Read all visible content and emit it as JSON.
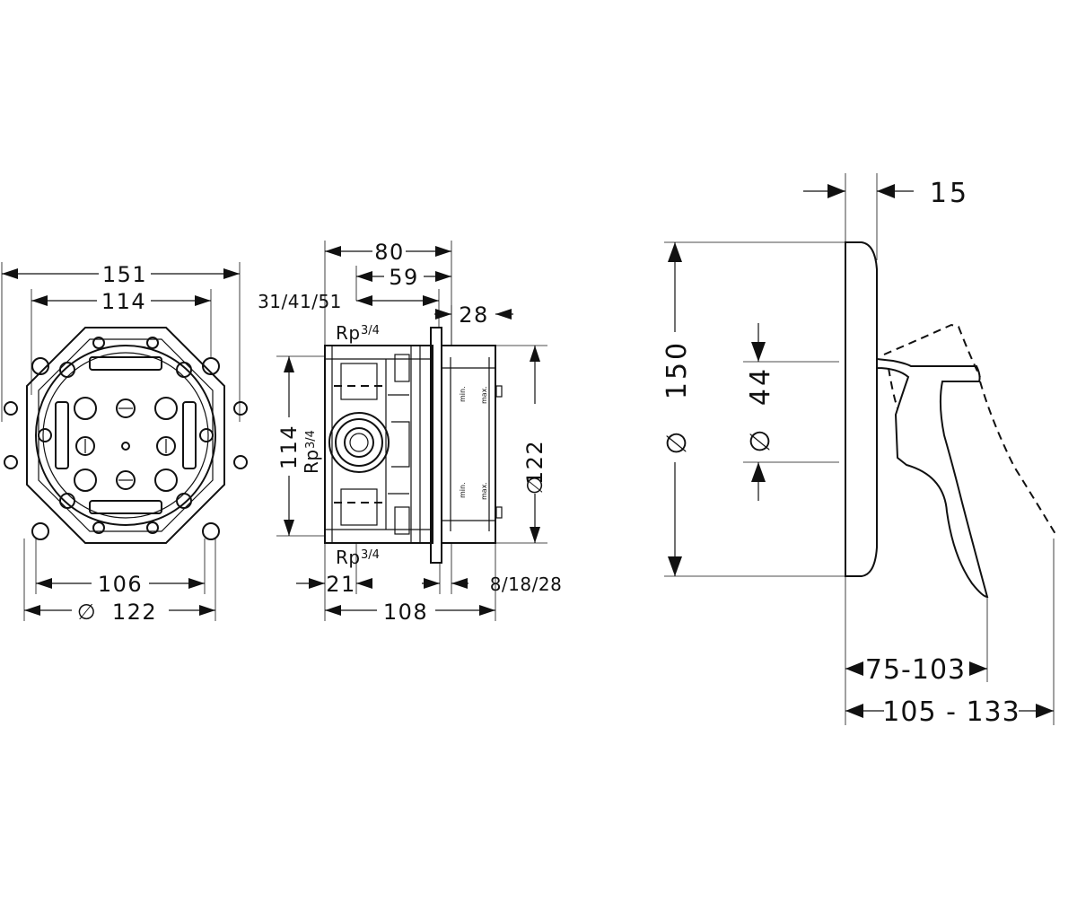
{
  "front_view": {
    "dim_151": "151",
    "dim_114": "114",
    "dim_106": "106",
    "dim_122": "122",
    "dia_symbol": "∅"
  },
  "side_view": {
    "dim_80": "80",
    "dim_59": "59",
    "dim_31_41_51": "31/41/51",
    "dim_28": "28",
    "dim_114": "114",
    "dim_122": "122",
    "dim_21": "21",
    "dim_108": "108",
    "dim_8_18_28": "8/18/28",
    "rp_label": "Rp",
    "rp_fraction": "3/4",
    "label_min": "min.",
    "label_max": "max."
  },
  "handle_view": {
    "dim_15": "15",
    "dim_150": "150",
    "dim_44": "44",
    "dim_75_103": "75-103",
    "dim_105_133": "105 - 133"
  }
}
